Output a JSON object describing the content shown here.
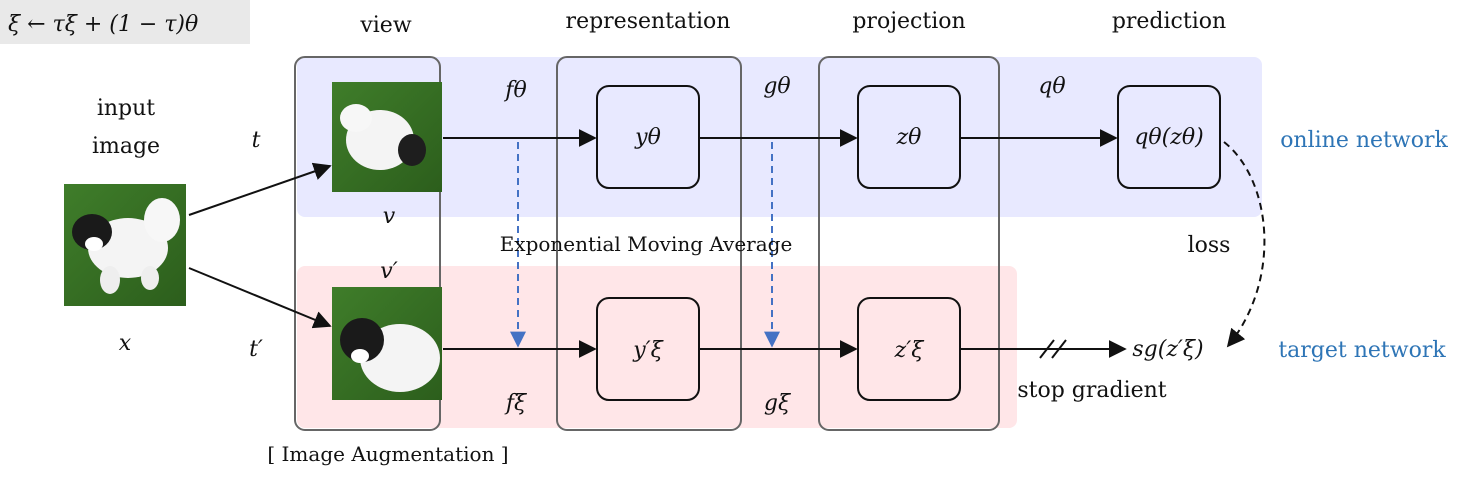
{
  "formula": "ξ ← τξ + (1 − τ)θ",
  "headers": {
    "view": "view",
    "representation": "representation",
    "projection": "projection",
    "prediction": "prediction"
  },
  "input": {
    "line1": "input",
    "line2": "image",
    "var": "x"
  },
  "transforms": {
    "t": "t",
    "t_prime": "t′"
  },
  "views": {
    "v": "v",
    "v_prime": "v′"
  },
  "functions": {
    "f_theta": "fθ",
    "g_theta": "gθ",
    "q_theta": "qθ",
    "f_xi": "fξ",
    "g_xi": "gξ"
  },
  "nodes": {
    "y_theta": "yθ",
    "z_theta": "zθ",
    "q_out": "qθ(zθ)",
    "y_xi": "y′ξ",
    "z_xi": "z′ξ",
    "sg": "sg(z′ξ)"
  },
  "labels": {
    "ema": "Exponential Moving Average",
    "loss": "loss",
    "stop_gradient": "stop gradient",
    "augmentation": "[ Image Augmentation ]",
    "online": "online network",
    "target": "target network"
  },
  "colors": {
    "online_band": "#e8e9ff",
    "target_band": "#ffe6e8",
    "label_blue": "#2e75b6",
    "ema_arrow": "#4472c4",
    "formula_bg": "#e9e9e9"
  }
}
